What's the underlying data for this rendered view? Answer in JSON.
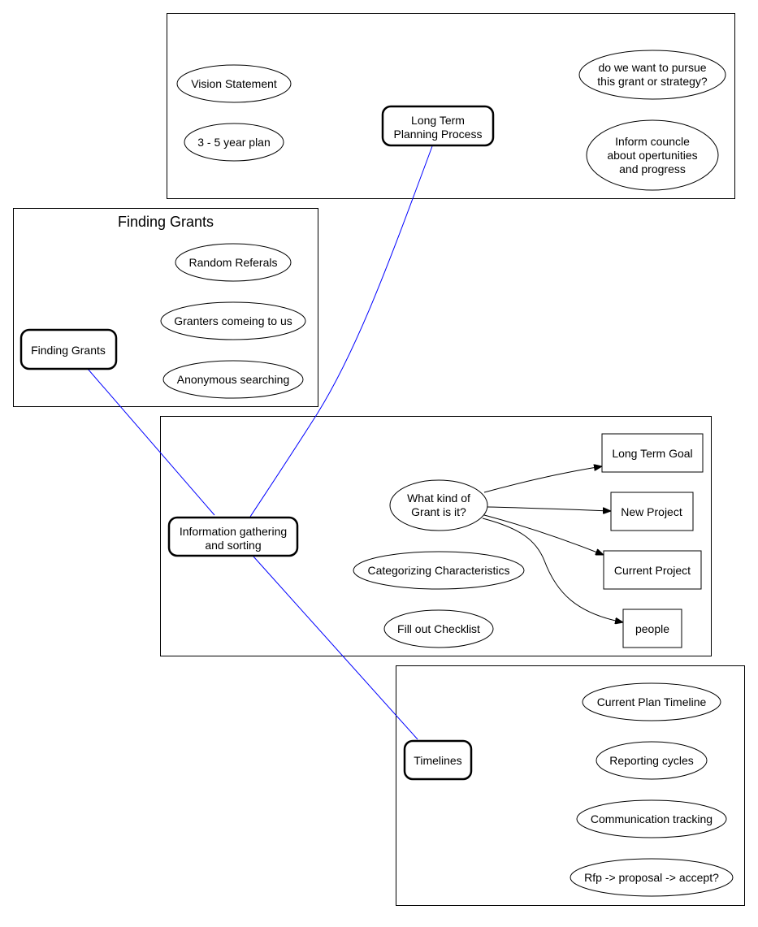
{
  "clusters": {
    "planning": {
      "hub": [
        "Long Term",
        "Planning Process"
      ],
      "vision": "Vision Statement",
      "plan": "3 - 5 year plan",
      "pursue": [
        "do we want to pursue",
        "this grant or strategy?"
      ],
      "inform": [
        "Inform councle",
        "about opertunities",
        "and progress"
      ]
    },
    "finding": {
      "title": "Finding Grants",
      "hub": "Finding Grants",
      "referrals": "Random Referals",
      "granters": "Granters comeing to us",
      "anonymous": "Anonymous searching"
    },
    "info": {
      "hub": [
        "Information gathering",
        "and sorting"
      ],
      "question": [
        "What kind of",
        "Grant is it?"
      ],
      "categorizing": "Categorizing Characteristics",
      "checklist": "Fill out Checklist",
      "long_term_goal": "Long Term Goal",
      "new_project": "New Project",
      "current_project": "Current Project",
      "people": "people"
    },
    "timelines": {
      "hub": "Timelines",
      "current_plan": "Current Plan Timeline",
      "reporting": "Reporting cycles",
      "communication": "Communication tracking",
      "rfp": "Rfp -> proposal -> accept?"
    }
  },
  "colors": {
    "link": "#0000ff",
    "stroke": "#000000",
    "background": "#ffffff"
  }
}
